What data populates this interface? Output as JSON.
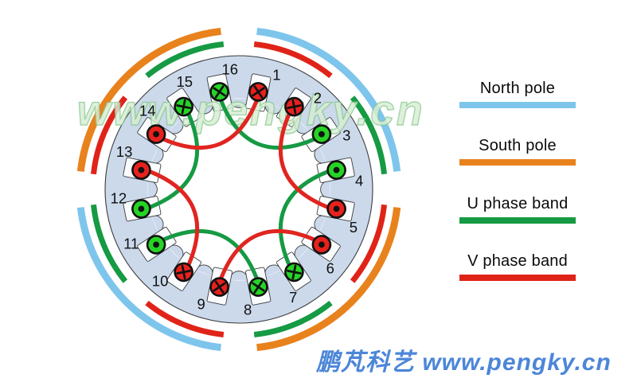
{
  "watermark": {
    "text": "www.pengky.cn"
  },
  "footer": {
    "text": "鹏芃科艺 www.pengky.cn",
    "color": "#4c86d8"
  },
  "legend": {
    "items": [
      {
        "label": "North pole",
        "color": "#7ec5ec"
      },
      {
        "label": "South pole",
        "color": "#e8821d"
      },
      {
        "label": "U phase band",
        "color": "#169a43"
      },
      {
        "label": "V phase band",
        "color": "#e02318"
      }
    ]
  },
  "diagram": {
    "slot_count": 16,
    "slots": [
      {
        "n": 1,
        "phase": "V",
        "symbol": "cross"
      },
      {
        "n": 2,
        "phase": "V",
        "symbol": "cross"
      },
      {
        "n": 3,
        "phase": "U",
        "symbol": "dot"
      },
      {
        "n": 4,
        "phase": "U",
        "symbol": "dot"
      },
      {
        "n": 5,
        "phase": "V",
        "symbol": "dot"
      },
      {
        "n": 6,
        "phase": "V",
        "symbol": "dot"
      },
      {
        "n": 7,
        "phase": "U",
        "symbol": "cross"
      },
      {
        "n": 8,
        "phase": "U",
        "symbol": "cross"
      },
      {
        "n": 9,
        "phase": "V",
        "symbol": "cross"
      },
      {
        "n": 10,
        "phase": "V",
        "symbol": "cross"
      },
      {
        "n": 11,
        "phase": "U",
        "symbol": "dot"
      },
      {
        "n": 12,
        "phase": "U",
        "symbol": "dot"
      },
      {
        "n": 13,
        "phase": "V",
        "symbol": "dot"
      },
      {
        "n": 14,
        "phase": "V",
        "symbol": "dot"
      },
      {
        "n": 15,
        "phase": "U",
        "symbol": "cross"
      },
      {
        "n": 16,
        "phase": "U",
        "symbol": "cross"
      }
    ],
    "coils": [
      {
        "phase": "U",
        "from": 16,
        "to": 3
      },
      {
        "phase": "U",
        "from": 4,
        "to": 7
      },
      {
        "phase": "U",
        "from": 8,
        "to": 11
      },
      {
        "phase": "U",
        "from": 12,
        "to": 15
      },
      {
        "phase": "V",
        "from": 14,
        "to": 1
      },
      {
        "phase": "V",
        "from": 2,
        "to": 5
      },
      {
        "phase": "V",
        "from": 6,
        "to": 9
      },
      {
        "phase": "V",
        "from": 10,
        "to": 13
      }
    ],
    "phase_bands": [
      {
        "slots": "1-2",
        "phase": "V"
      },
      {
        "slots": "3-4",
        "phase": "U"
      },
      {
        "slots": "5-6",
        "phase": "V"
      },
      {
        "slots": "7-8",
        "phase": "U"
      },
      {
        "slots": "9-10",
        "phase": "V"
      },
      {
        "slots": "11-12",
        "phase": "U"
      },
      {
        "slots": "13-14",
        "phase": "V"
      },
      {
        "slots": "15-16",
        "phase": "U"
      }
    ],
    "pole_arcs": [
      {
        "pole": "North",
        "center_deg": 45
      },
      {
        "pole": "South",
        "center_deg": 135
      },
      {
        "pole": "North",
        "center_deg": 225
      },
      {
        "pole": "South",
        "center_deg": 315
      }
    ],
    "colors": {
      "north_pole": "#7ec5ec",
      "south_pole": "#e8821d",
      "u_phase": "#169a43",
      "v_phase": "#e02318",
      "wire_u": "#169a43",
      "wire_v": "#e02520",
      "slot_u_fill": "#25d425",
      "slot_v_fill": "#e8211d",
      "stator_body": "#cbd9eb",
      "slot_fill": "#fafbfd",
      "outline": "#3c3c3c"
    }
  }
}
